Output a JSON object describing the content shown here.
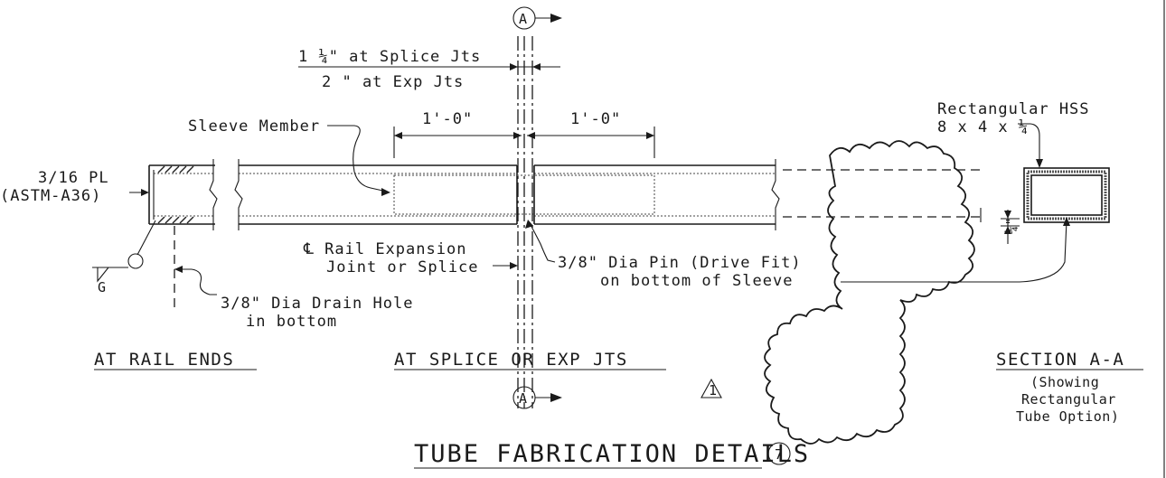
{
  "dims": {
    "splice_gap": "1 ¼\" at Splice Jts",
    "exp_gap": "2 \" at Exp Jts",
    "sleeve_left": "1'-0\"",
    "sleeve_right": "1'-0\"",
    "quarter_dim": "¼\""
  },
  "labels": {
    "sleeve_member": "Sleeve Member",
    "plate_size": "3/16  PL",
    "plate_spec": "(ASTM-A36)",
    "weld_symbol": "G",
    "rail_joint_line1": "℄ Rail Expansion",
    "rail_joint_line2": "Joint or Splice",
    "pin_line1": "3/8\" Dia  Pin (Drive Fit)",
    "pin_line2": "on bottom of Sleeve",
    "drain_line1": "3/8\" Dia Drain Hole",
    "drain_line2": "in bottom",
    "hss_line1": "Rectangular HSS",
    "hss_line2": "8 x 4 x ¼",
    "section_mark": "A"
  },
  "views": {
    "rail_ends": "AT RAIL ENDS",
    "splice": "AT SPLICE OR EXP JTS",
    "section": "SECTION A-A",
    "section_note1": "(Showing",
    "section_note2": "Rectangular",
    "section_note3": "Tube Option)"
  },
  "revision_mark": "1",
  "title": "TUBE FABRICATION DETAILS",
  "detail_number": "7"
}
